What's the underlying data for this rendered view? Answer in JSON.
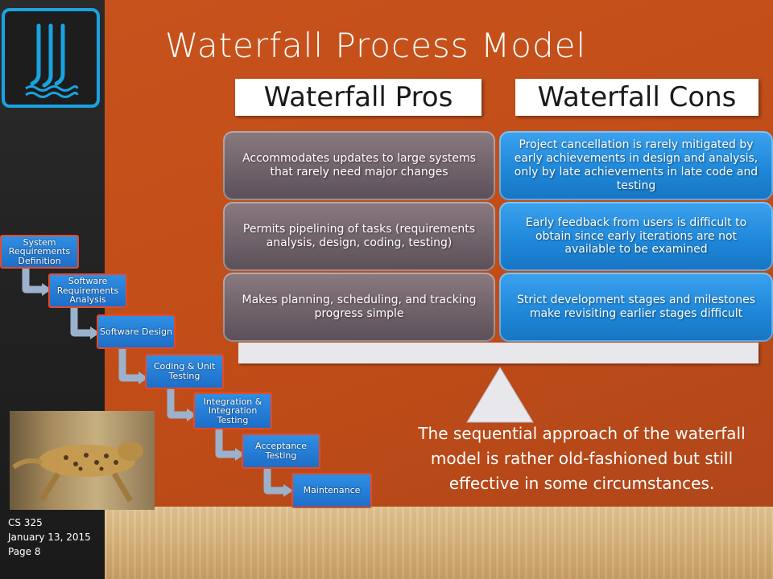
{
  "slide": {
    "title": "Waterfall Process Model"
  },
  "headers": {
    "pros": "Waterfall Pros",
    "cons": "Waterfall Cons"
  },
  "pros": [
    "Accommodates updates to large systems that rarely need major changes",
    "Permits pipelining of tasks (requirements analysis, design, coding, testing)",
    "Makes planning, scheduling, and tracking progress simple"
  ],
  "cons": [
    "Project cancellation is rarely mitigated by early achievements in design and analysis, only by late achievements in late code and testing",
    "Early feedback from users is difficult to obtain since early iterations are not available to be examined",
    "Strict development stages and milestones make revisiting earlier stages difficult"
  ],
  "caption": "The sequential approach of the waterfall model is rather old-fashioned but still effective in some circumstances.",
  "waterfall_steps": [
    "System Requirements Definition",
    "Software Requirements Analysis",
    "Software Design",
    "Coding & Unit Testing",
    "Integration & Integration Testing",
    "Acceptance Testing",
    "Maintenance"
  ],
  "footer": {
    "course": "CS 325",
    "date": "January 13, 2015",
    "page": "Page 8"
  },
  "colors": {
    "accent": "#1aa3e0",
    "background": "#c8521c",
    "pros_card": "#6e6068",
    "cons_card": "#1e86d8",
    "step_fill": "#2f8fe4",
    "step_border": "#e44a2a"
  },
  "icons": {
    "logo": "waterfall-logo-icon",
    "photo": "cheetah-photo"
  }
}
